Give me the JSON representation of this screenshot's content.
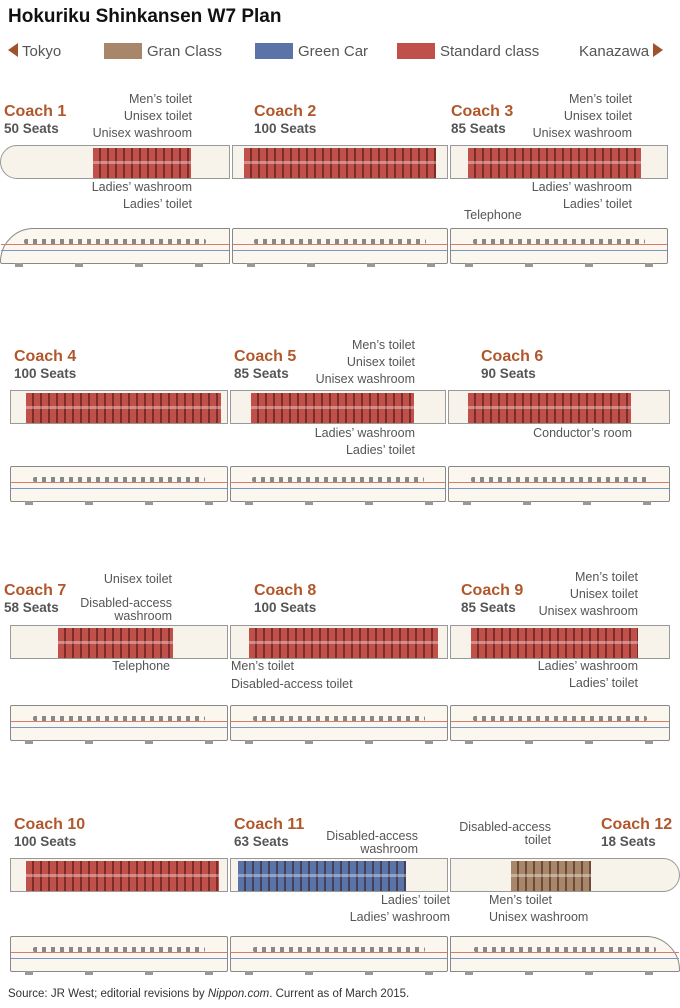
{
  "title": "Hokuriku Shinkansen W7 Plan",
  "legend": {
    "left_dest": "Tokyo",
    "right_dest": "Kanazawa",
    "items": [
      {
        "label": "Gran Class",
        "color": "#a8866a"
      },
      {
        "label": "Green Car",
        "color": "#5b74a8"
      },
      {
        "label": "Standard class",
        "color": "#c0504a"
      }
    ]
  },
  "coaches": [
    {
      "name": "Coach 1",
      "seats": "50 Seats"
    },
    {
      "name": "Coach 2",
      "seats": "100 Seats"
    },
    {
      "name": "Coach 3",
      "seats": "85 Seats"
    },
    {
      "name": "Coach 4",
      "seats": "100 Seats"
    },
    {
      "name": "Coach 5",
      "seats": "85 Seats"
    },
    {
      "name": "Coach 6",
      "seats": "90 Seats"
    },
    {
      "name": "Coach 7",
      "seats": "58 Seats"
    },
    {
      "name": "Coach 8",
      "seats": "100 Seats"
    },
    {
      "name": "Coach 9",
      "seats": "85 Seats"
    },
    {
      "name": "Coach 10",
      "seats": "100 Seats"
    },
    {
      "name": "Coach 11",
      "seats": "63 Seats"
    },
    {
      "name": "Coach 12",
      "seats": "18 Seats"
    }
  ],
  "notes": {
    "r1": [
      "Men’s toilet",
      "Unisex toilet",
      "Unisex washroom",
      "Ladies’ washroom",
      "Ladies’ toilet",
      "Men’s toilet",
      "Unisex toilet",
      "Unisex washroom",
      "Ladies’ washroom",
      "Ladies’ toilet",
      "Telephone"
    ],
    "r2": [
      "Men’s toilet",
      "Unisex toilet",
      "Unisex washroom",
      "Ladies’ washroom",
      "Ladies’ toilet",
      "Conductor’s room"
    ],
    "r3": [
      "Unisex toilet",
      "Disabled-access washroom",
      "Telephone",
      "Men’s toilet",
      "Disabled-access toilet",
      "Men’s toilet",
      "Unisex toilet",
      "Unisex washroom",
      "Ladies’ washroom",
      "Ladies’ toilet"
    ],
    "r4": [
      "Disabled-access washroom",
      "Disabled-access toilet",
      "Ladies’ toilet",
      "Ladies’ washroom",
      "Men’s toilet",
      "Unisex washroom"
    ]
  },
  "source": {
    "prefix": "Source: JR West; editorial revisions by ",
    "site": "Nippon.com",
    "suffix": ". Current as of March 2015."
  }
}
